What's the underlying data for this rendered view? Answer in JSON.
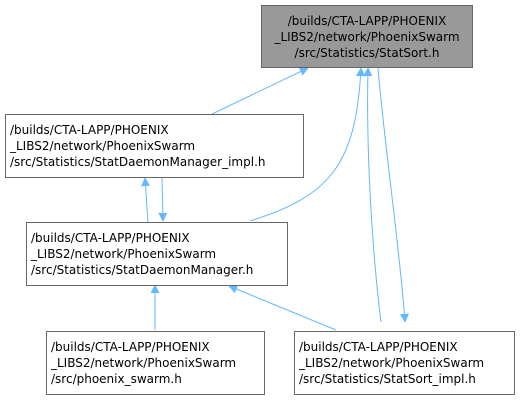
{
  "colors": {
    "edge": "#63b8ff",
    "node_border": "#666666",
    "node_fill": "#ffffff",
    "highlight_fill": "#999999"
  },
  "nodes": {
    "statsort_h": {
      "line1": "/builds/CTA-LAPP/PHOENIX",
      "line2": "_LIBS2/network/PhoenixSwarm",
      "line3": "/src/Statistics/StatSort.h"
    },
    "statdaemonmanager_impl_h": {
      "line1": "/builds/CTA-LAPP/PHOENIX",
      "line2": "_LIBS2/network/PhoenixSwarm",
      "line3": "/src/Statistics/StatDaemonManager_impl.h"
    },
    "statdaemonmanager_h": {
      "line1": "/builds/CTA-LAPP/PHOENIX",
      "line2": "_LIBS2/network/PhoenixSwarm",
      "line3": "/src/Statistics/StatDaemonManager.h"
    },
    "phoenix_swarm_h": {
      "line1": "/builds/CTA-LAPP/PHOENIX",
      "line2": "_LIBS2/network/PhoenixSwarm",
      "line3": "/src/phoenix_swarm.h"
    },
    "statsort_impl_h": {
      "line1": "/builds/CTA-LAPP/PHOENIX",
      "line2": "_LIBS2/network/PhoenixSwarm",
      "line3": "/src/Statistics/StatSort_impl.h"
    }
  }
}
